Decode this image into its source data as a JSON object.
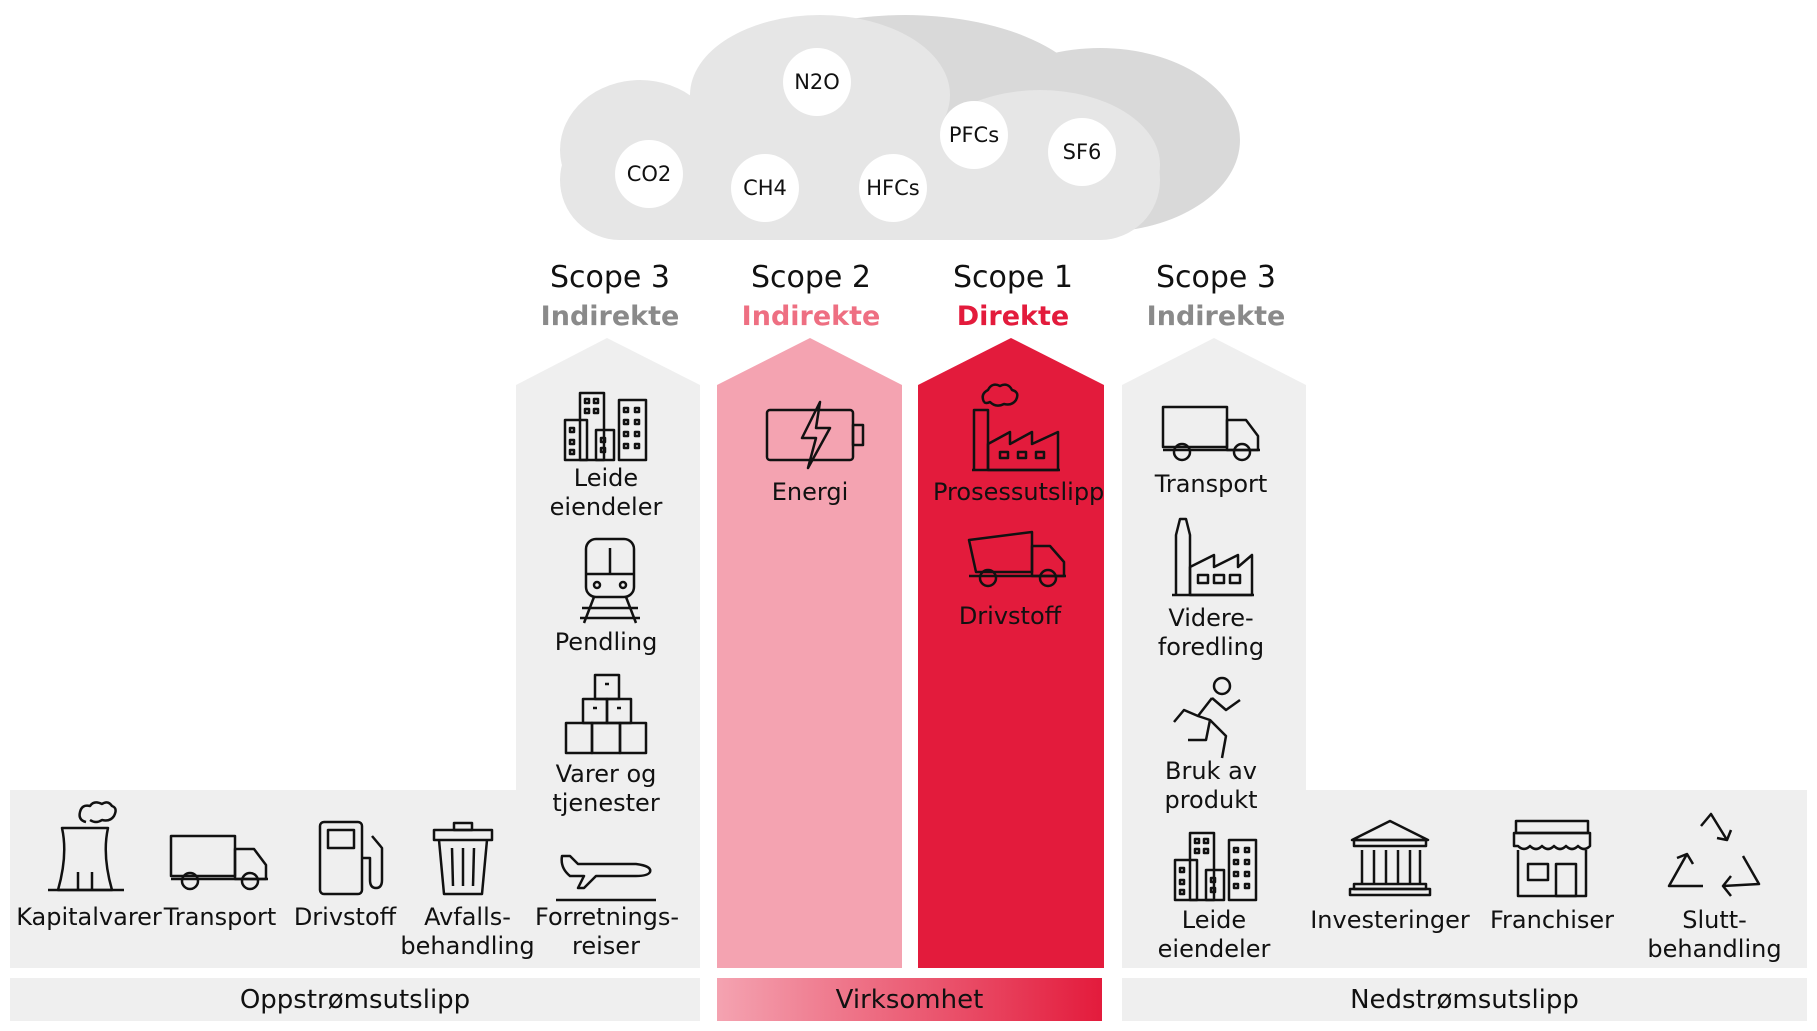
{
  "gases": [
    "CO2",
    "CH4",
    "N2O",
    "HFCs",
    "PFCs",
    "SF6"
  ],
  "scopes": [
    {
      "title": "Scope 3",
      "subtitle": "Indirekte",
      "color": "#8a8a8a"
    },
    {
      "title": "Scope 2",
      "subtitle": "Indirekte",
      "color": "#ee6f82"
    },
    {
      "title": "Scope 1",
      "subtitle": "Direkte",
      "color": "#e31b3c"
    },
    {
      "title": "Scope 3",
      "subtitle": "Indirekte",
      "color": "#8a8a8a"
    }
  ],
  "upstream_items": [
    {
      "label": "Kapitalvarer",
      "icon": "cooling-tower-icon"
    },
    {
      "label": "Transport",
      "icon": "truck-icon"
    },
    {
      "label": "Drivstoff",
      "icon": "fuel-pump-icon"
    },
    {
      "label": "Avfalls-\nbehandling",
      "icon": "trash-bin-icon"
    },
    {
      "label": "Forretnings-\nreiser",
      "icon": "airplane-icon"
    }
  ],
  "scope3_up_column": [
    {
      "label": "Leide\neiendeler",
      "icon": "buildings-icon"
    },
    {
      "label": "Pendling",
      "icon": "train-icon"
    },
    {
      "label": "Varer og\ntjenester",
      "icon": "boxes-icon"
    }
  ],
  "scope2_column": [
    {
      "label": "Energi",
      "icon": "battery-icon"
    }
  ],
  "scope1_column": [
    {
      "label": "Prosessutslipp",
      "icon": "factory-smoke-icon"
    },
    {
      "label": "Drivstoff",
      "icon": "dump-truck-icon"
    }
  ],
  "scope3_down_column": [
    {
      "label": "Transport",
      "icon": "truck-icon"
    },
    {
      "label": "Videre-\nforedling",
      "icon": "factory-icon"
    },
    {
      "label": "Bruk av\nprodukt",
      "icon": "runner-icon"
    },
    {
      "label": "Leide\neiendeler",
      "icon": "buildings-icon"
    }
  ],
  "downstream_items": [
    {
      "label": "Investeringer",
      "icon": "bank-icon"
    },
    {
      "label": "Franchiser",
      "icon": "storefront-icon"
    },
    {
      "label": "Slutt-\nbehandling",
      "icon": "recycle-icon"
    }
  ],
  "bars": {
    "upstream": "Oppstrømsutslipp",
    "company": "Virksomhet",
    "downstream": "Nedstrømsutslipp"
  }
}
